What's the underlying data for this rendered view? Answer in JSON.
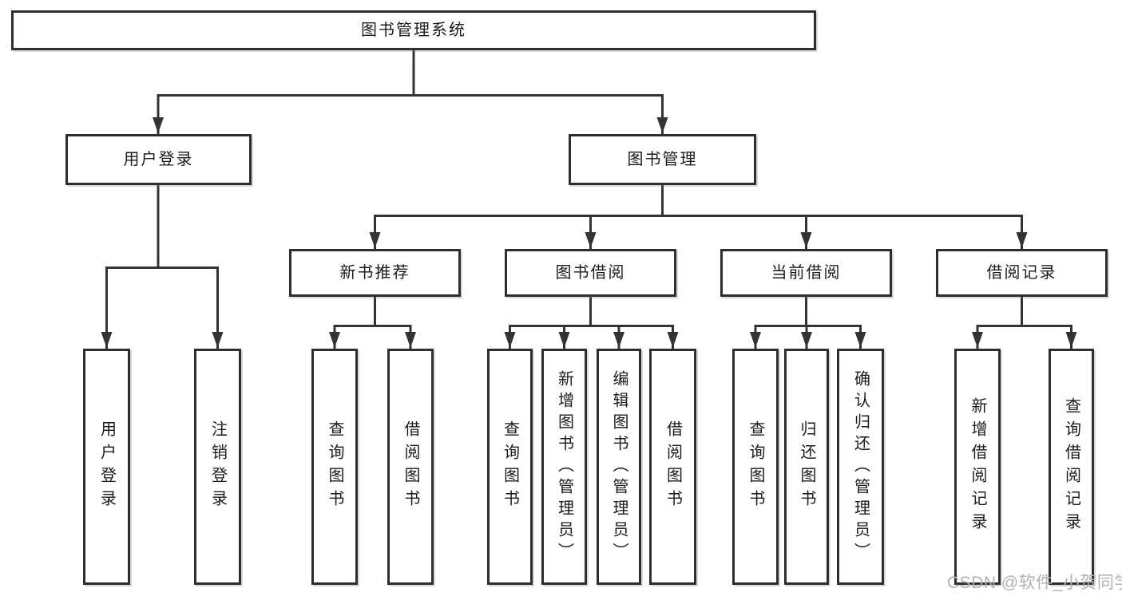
{
  "diagram_type": "function-structure-tree",
  "nodes": {
    "root": {
      "label": "图书管理系统"
    },
    "user_login": {
      "label": "用户登录"
    },
    "book_mgmt": {
      "label": "图书管理"
    },
    "new_book_rec": {
      "label": "新书推荐"
    },
    "book_borrow": {
      "label": "图书借阅"
    },
    "current_borrow": {
      "label": "当前借阅"
    },
    "borrow_record": {
      "label": "借阅记录"
    },
    "leaf_user_login": {
      "label": "用户登录"
    },
    "leaf_logout": {
      "label": "注销登录"
    },
    "leaf_query_book_1": {
      "label": "查询图书"
    },
    "leaf_borrow_book_1": {
      "label": "借阅图书"
    },
    "leaf_query_book_2": {
      "label": "查询图书"
    },
    "leaf_add_book": {
      "label": "新增图书（管理员）"
    },
    "leaf_edit_book": {
      "label": "编辑图书（管理员）"
    },
    "leaf_borrow_book_2": {
      "label": "借阅图书"
    },
    "leaf_query_book_3": {
      "label": "查询图书"
    },
    "leaf_return_book": {
      "label": "归还图书"
    },
    "leaf_confirm_return": {
      "label": "确认归还（管理员）"
    },
    "leaf_add_record": {
      "label": "新增借阅记录"
    },
    "leaf_query_record": {
      "label": "查询借阅记录"
    }
  },
  "hierarchy": {
    "root": "图书管理系统",
    "children": [
      {
        "label": "用户登录",
        "children": [
          "用户登录",
          "注销登录"
        ]
      },
      {
        "label": "图书管理",
        "children": [
          {
            "label": "新书推荐",
            "children": [
              "查询图书",
              "借阅图书"
            ]
          },
          {
            "label": "图书借阅",
            "children": [
              "查询图书",
              "新增图书（管理员）",
              "编辑图书（管理员）",
              "借阅图书"
            ]
          },
          {
            "label": "当前借阅",
            "children": [
              "查询图书",
              "归还图书",
              "确认归还（管理员）"
            ]
          },
          {
            "label": "借阅记录",
            "children": [
              "新增借阅记录",
              "查询借阅记录"
            ]
          }
        ]
      }
    ]
  },
  "watermark": {
    "text": "CSDN @软件_小贺同学"
  },
  "colors": {
    "line": "#333333",
    "box_border": "#2e2e2e",
    "text": "#1b1b1b",
    "watermark": "#b2b2b2",
    "background": "#ffffff"
  }
}
